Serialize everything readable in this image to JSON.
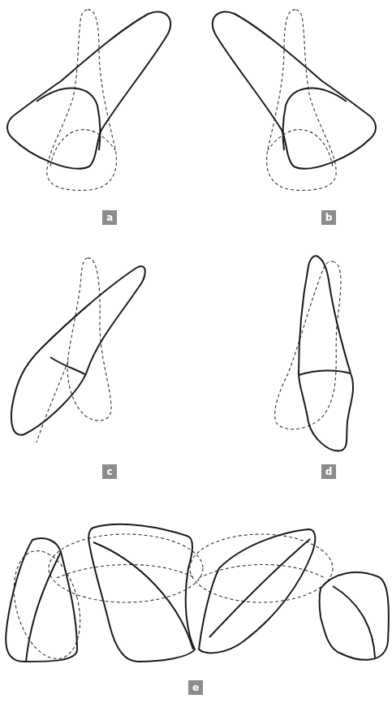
{
  "diagram": {
    "nodes": [
      {
        "text": [
          "a"
        ]
      },
      {
        "text": [
          "b"
        ]
      },
      {
        "text": [
          "c"
        ]
      },
      {
        "text": [
          "d"
        ]
      },
      {
        "text": [
          "e"
        ]
      }
    ]
  }
}
